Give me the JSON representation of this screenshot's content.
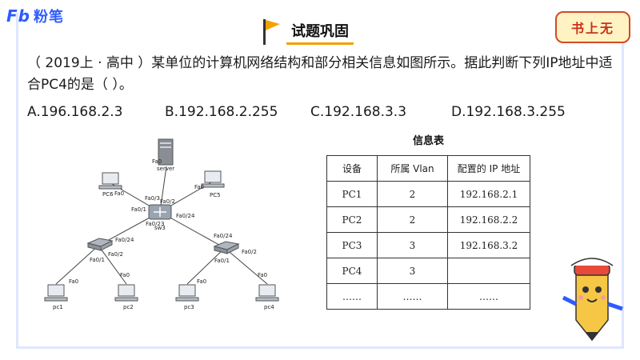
{
  "brand": {
    "logo_mark": "Fb",
    "logo_text": "粉笔"
  },
  "header": {
    "section_title": "试题巩固",
    "badge": "书上无"
  },
  "question": {
    "text": "（ 2019上 · 高中 ）某单位的计算机网络结构和部分相关信息如图所示。据此判断下列IP地址中适合PC4的是（      ）。"
  },
  "options": [
    {
      "label": "A.196.168.2.3"
    },
    {
      "label": "B.192.168.2.255"
    },
    {
      "label": "C.192.168.3.3"
    },
    {
      "label": "D.192.168.3.255"
    }
  ],
  "diagram": {
    "nodes": {
      "server": "server",
      "pc5": "PC5",
      "pc6": "PC6",
      "sw3": "sw3",
      "pc1": "pc1",
      "pc2": "pc2",
      "pc3": "pc3",
      "pc4": "pc4"
    },
    "ports": {
      "server_fa0": "Fa0",
      "pc6_fa0": "Fa0",
      "sw3_fa0_3": "Fa0/3",
      "sw3_fa0_2": "Fa0/2",
      "sw3_fa0_1": "Fa0/1",
      "sw3_fa0_24": "Fa0/24",
      "sw3_fa0_23": "Fa0/23",
      "pc5_fa0": "Fa0",
      "swl_fa0_24": "Fa0/24",
      "swl_fa0_1": "Fa0/1",
      "swl_fa0_2": "Fa0/2",
      "swr_fa0_24": "Fa0/24",
      "swr_fa0_1": "Fa0/1",
      "swr_fa0_2": "Fa0/2",
      "pc1_fa0": "Fa0",
      "pc2_fa0": "Fa0",
      "pc3_fa0": "Fa0",
      "pc4_fa0": "Fa0"
    }
  },
  "info_table": {
    "title": "信息表",
    "headers": [
      "设备",
      "所属 Vlan",
      "配置的 IP 地址"
    ],
    "rows": [
      [
        "PC1",
        "2",
        "192.168.2.1"
      ],
      [
        "PC2",
        "2",
        "192.168.2.2"
      ],
      [
        "PC3",
        "3",
        "192.168.3.2"
      ],
      [
        "PC4",
        "3",
        ""
      ],
      [
        "……",
        "……",
        "……"
      ]
    ]
  },
  "colors": {
    "brand_blue": "#2e5bff",
    "accent_orange": "#f4a000",
    "badge_red": "#c8321a",
    "frame": "#e0e6ff"
  }
}
